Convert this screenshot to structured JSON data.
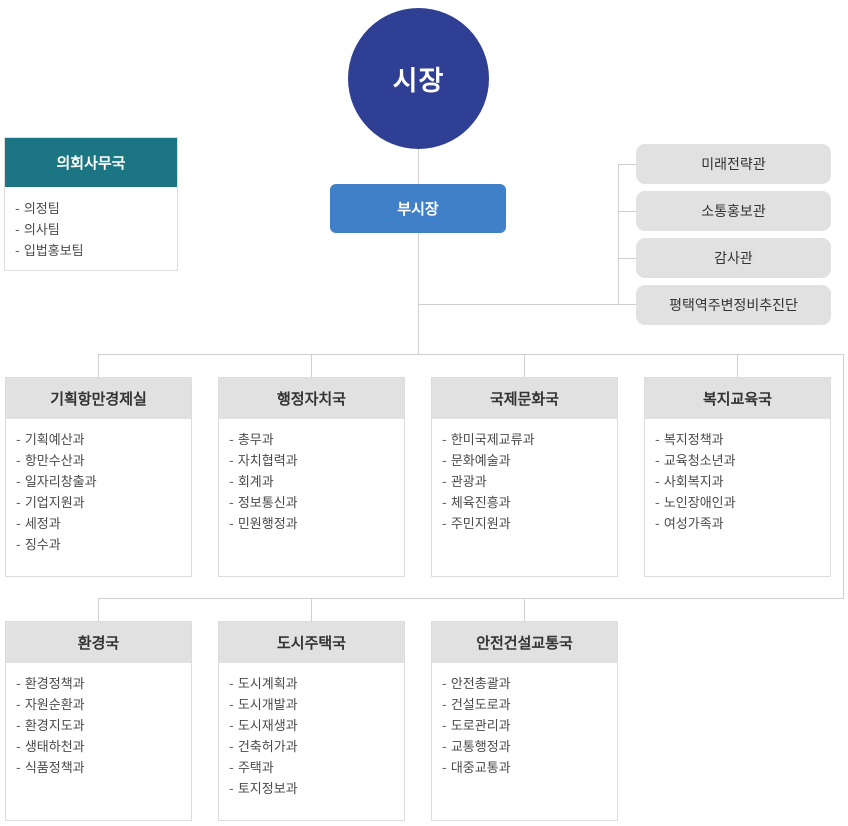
{
  "mayor": {
    "label": "시장"
  },
  "vice_mayor": {
    "label": "부시장"
  },
  "council": {
    "title": "의회사무국",
    "items": [
      "의정팀",
      "의사팀",
      "입법홍보팀"
    ]
  },
  "staff_offices": [
    "미래전략관",
    "소통홍보관",
    "감사관",
    "평택역주변정비추진단"
  ],
  "bureaus": [
    {
      "title": "기획항만경제실",
      "items": [
        "기획예산과",
        "항만수산과",
        "일자리창출과",
        "기업지원과",
        "세정과",
        "징수과"
      ]
    },
    {
      "title": "행정자치국",
      "items": [
        "총무과",
        "자치협력과",
        "회계과",
        "정보통신과",
        "민원행정과"
      ]
    },
    {
      "title": "국제문화국",
      "items": [
        "한미국제교류과",
        "문화예술과",
        "관광과",
        "체육진흥과",
        "주민지원과"
      ]
    },
    {
      "title": "복지교육국",
      "items": [
        "복지정책과",
        "교육청소년과",
        "사회복지과",
        "노인장애인과",
        "여성가족과"
      ]
    },
    {
      "title": "환경국",
      "items": [
        "환경정책과",
        "자원순환과",
        "환경지도과",
        "생태하천과",
        "식품정책과"
      ]
    },
    {
      "title": "도시주택국",
      "items": [
        "도시계획과",
        "도시개발과",
        "도시재생과",
        "건축허가과",
        "주택과",
        "토지정보과"
      ]
    },
    {
      "title": "안전건설교통국",
      "items": [
        "안전총괄과",
        "건설도로과",
        "도로관리과",
        "교통행정과",
        "대중교통과"
      ]
    }
  ],
  "colors": {
    "mayor": "#2f3f94",
    "vice_mayor": "#3f80c8",
    "council_header": "#1b7582",
    "box_header": "#e1e1e1",
    "connector": "#cfcfcf"
  }
}
